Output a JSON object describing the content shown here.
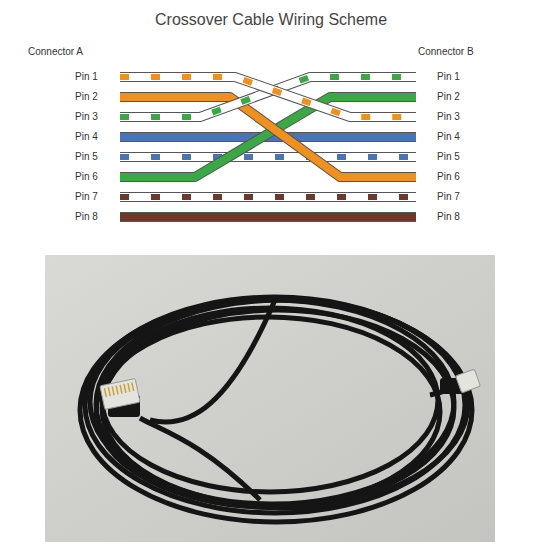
{
  "diagram": {
    "title": "Crossover Cable Wiring Scheme",
    "labels": [
      "Connector A",
      "Connector B",
      "Pin 1",
      "Pin 2",
      "Pin 3",
      "Pin 4",
      "Pin 5",
      "Pin 6",
      "Pin 7",
      "Pin 8",
      "Pin 1",
      "Pin 2",
      "Pin 3",
      "Pin 4",
      "Pin 5",
      "Pin 6",
      "Pin 7",
      "Pin 8"
    ]
  }
}
